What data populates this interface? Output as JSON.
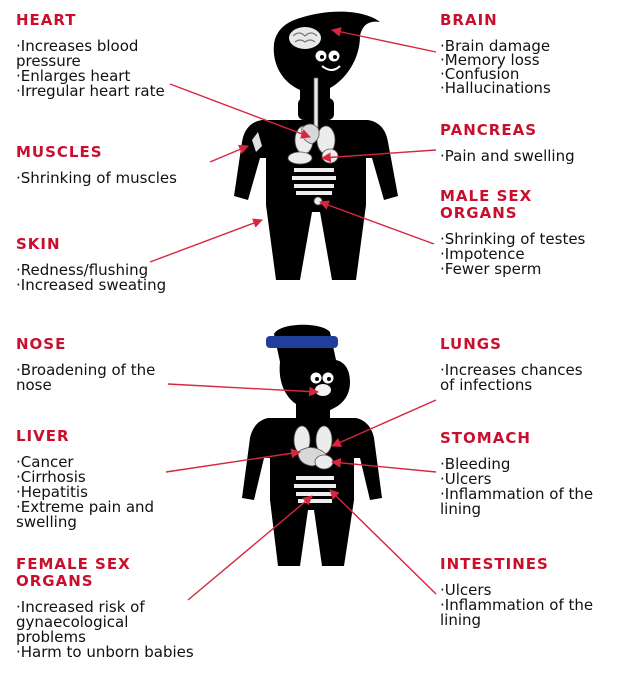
{
  "colors": {
    "heading": "#c8102e",
    "arrow": "#d7263d",
    "body": "#111111",
    "band": "#1f3f9a"
  },
  "sections": {
    "heart": {
      "title": "HEART",
      "items": [
        "Increases blood pressure",
        "Enlarges heart",
        "Irregular heart rate"
      ]
    },
    "muscles": {
      "title": "MUSCLES",
      "items": [
        "Shrinking of muscles"
      ]
    },
    "skin": {
      "title": "SKIN",
      "items": [
        "Redness/flushing",
        "Increased sweating"
      ]
    },
    "brain": {
      "title": "BRAIN",
      "items": [
        "Brain damage",
        "Memory loss",
        "Confusion",
        "Hallucinations"
      ]
    },
    "pancreas": {
      "title": "PANCREAS",
      "items": [
        "Pain and swelling"
      ]
    },
    "male": {
      "title": "MALE SEX ORGANS",
      "items": [
        "Shrinking of testes",
        "Impotence",
        "Fewer sperm"
      ]
    },
    "nose": {
      "title": "NOSE",
      "items": [
        "Broadening of the nose"
      ]
    },
    "liver": {
      "title": "LIVER",
      "items": [
        "Cancer",
        "Cirrhosis",
        "Hepatitis",
        "Extreme pain and swelling"
      ]
    },
    "female": {
      "title": "FEMALE SEX ORGANS",
      "items": [
        "Increased risk of gynaecological problems",
        "Harm to unborn babies"
      ]
    },
    "lungs": {
      "title": "LUNGS",
      "items": [
        "Increases chances of infections"
      ]
    },
    "stomach": {
      "title": "STOMACH",
      "items": [
        "Bleeding",
        "Ulcers",
        "Inflammation of the lining"
      ]
    },
    "intestines": {
      "title": "INTESTINES",
      "items": [
        "Ulcers",
        "Inflammation of the lining"
      ]
    }
  }
}
